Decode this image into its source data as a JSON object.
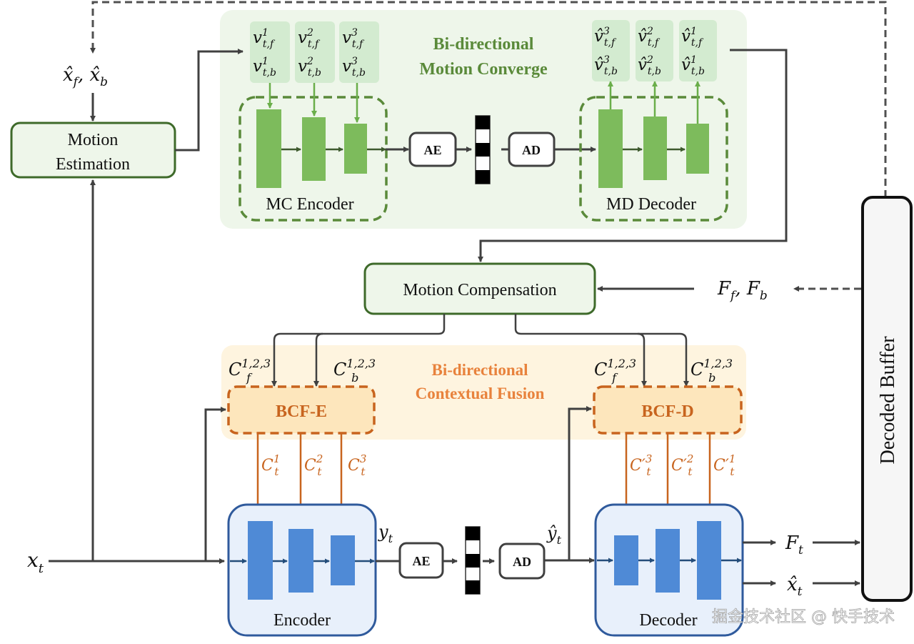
{
  "diagram": {
    "colors": {
      "line": "#404040",
      "green_accent": "#5a8a3a",
      "green_fill": "#7dbb5c",
      "green_panel": "#eef6ea",
      "green_box_border": "#3e6a2a",
      "orange_accent": "#d06c28",
      "orange_panel": "#fef4df",
      "blue_block": "#4f8ad6",
      "blue_panel": "#e8f0fb",
      "blue_border": "#2f5a9c"
    },
    "inputs": {
      "ref_frames": "x̂_f , x̂_b",
      "current_frame": "x_t",
      "ref_features": "F_f , F_b"
    },
    "motion_estimation": {
      "line1": "Motion",
      "line2": "Estimation"
    },
    "bmc": {
      "title_line1": "Bi-directional",
      "title_line2": "Motion Converge",
      "encoder_label": "MC Encoder",
      "decoder_label": "MD Decoder",
      "ae_label": "AE",
      "ad_label": "AD",
      "enc_inputs": [
        {
          "f": "v",
          "sup": "1",
          "sub_f": "t,f",
          "sub_b": "t,b"
        },
        {
          "f": "v",
          "sup": "2",
          "sub_f": "t,f",
          "sub_b": "t,b"
        },
        {
          "f": "v",
          "sup": "3",
          "sub_f": "t,f",
          "sub_b": "t,b"
        }
      ],
      "dec_outputs": [
        {
          "f": "v̂",
          "sup": "3",
          "sub_f": "t,f",
          "sub_b": "t,b"
        },
        {
          "f": "v̂",
          "sup": "2",
          "sub_f": "t,f",
          "sub_b": "t,b"
        },
        {
          "f": "v̂",
          "sup": "1",
          "sub_f": "t,f",
          "sub_b": "t,b"
        }
      ]
    },
    "motion_compensation": {
      "label": "Motion Compensation"
    },
    "bcf": {
      "title_line1": "Bi-directional",
      "title_line2": "Contextual Fusion",
      "enc_block": "BCF-E",
      "dec_block": "BCF-D",
      "ctx_f": {
        "base": "C",
        "sub": "f",
        "sup": "1,2,3"
      },
      "ctx_b": {
        "base": "C",
        "sub": "b",
        "sup": "1,2,3"
      },
      "enc_outputs": [
        {
          "base": "C",
          "sub": "t",
          "sup": "1"
        },
        {
          "base": "C",
          "sub": "t",
          "sup": "2"
        },
        {
          "base": "C",
          "sub": "t",
          "sup": "3"
        }
      ],
      "dec_outputs": [
        {
          "base": "C′",
          "sub": "t",
          "sup": "3"
        },
        {
          "base": "C′",
          "sub": "t",
          "sup": "2"
        },
        {
          "base": "C′",
          "sub": "t",
          "sup": "1"
        }
      ]
    },
    "contextual": {
      "encoder_label": "Encoder",
      "decoder_label": "Decoder",
      "ae_label": "AE",
      "ad_label": "AD",
      "latent": {
        "base": "y",
        "sub": "t"
      },
      "latent_hat": {
        "base": "ŷ",
        "sub": "t"
      }
    },
    "outputs": {
      "feature": {
        "base": "F",
        "sub": "t"
      },
      "frame": {
        "base": "x̂",
        "sub": "t"
      }
    },
    "decoded_buffer": {
      "label": "Decoded Buffer"
    },
    "watermark": "掘金技术社区 @ 快手技术"
  }
}
